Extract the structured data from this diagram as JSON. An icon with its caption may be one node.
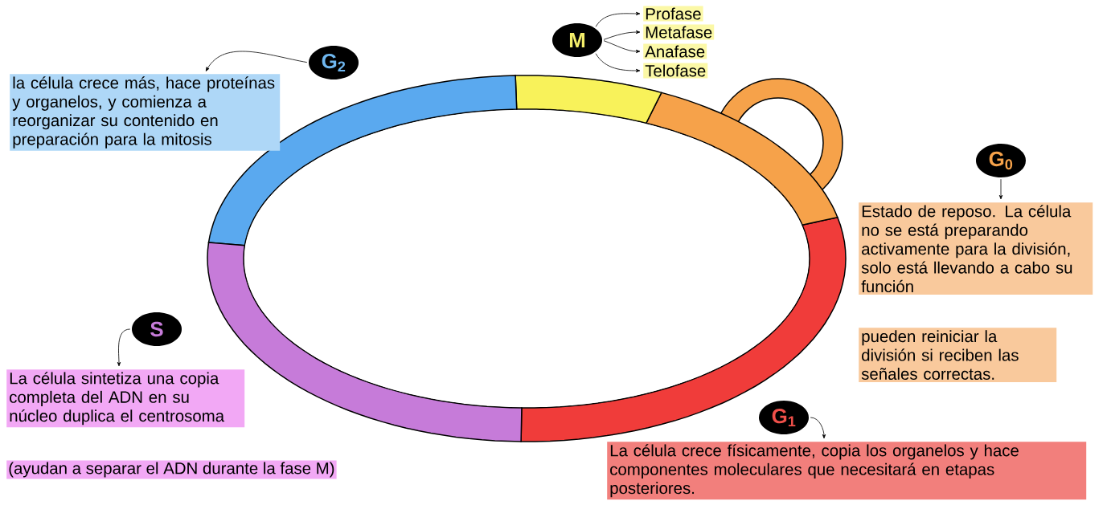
{
  "diagram": {
    "nodes": [
      {
        "text": [
          "G$_{2}$"
        ]
      },
      {
        "text": [
          "la célula crece más, hace proteínas y organelos, y comienza a reorganizar su contenido en preparación para la mitosis"
        ]
      },
      {
        "text": [
          "M"
        ]
      },
      {
        "text": [
          "Profase"
        ]
      },
      {
        "text": [
          "Metafase"
        ]
      },
      {
        "text": [
          "Anafase"
        ]
      },
      {
        "text": [
          "Telofase"
        ]
      },
      {
        "text": [
          "G$_{0}$"
        ]
      },
      {
        "text": [
          "Estado de reposo. La célula no se está preparando activamente para la división, solo está llevando a cabo su función"
        ]
      },
      {
        "text": [
          "pueden reiniciar la división si reciben las señales correctas."
        ]
      },
      {
        "text": [
          "S"
        ]
      },
      {
        "text": [
          "La célula sintetiza una copia completa del ADN en su núcleo duplica el centrosoma"
        ]
      },
      {
        "text": [
          "(ayudan a separar el ADN durante la fase M)"
        ]
      },
      {
        "text": [
          "G$_{1}$"
        ]
      },
      {
        "text": [
          "La célula crece físicamente, copia los organelos y hace componentes moleculares que necesitará en etapas posteriores."
        ]
      }
    ],
    "edges": [
      {
        "from": 0,
        "to": 1,
        "arrow": "to"
      },
      {
        "from": 2,
        "to": 3,
        "arrow": "to"
      },
      {
        "from": 2,
        "to": 4,
        "arrow": "to"
      },
      {
        "from": 2,
        "to": 5,
        "arrow": "to"
      },
      {
        "from": 2,
        "to": 6,
        "arrow": "to"
      },
      {
        "from": 7,
        "to": 8,
        "arrow": "to"
      },
      {
        "from": 10,
        "to": 11,
        "arrow": "to"
      },
      {
        "from": 13,
        "to": 14,
        "arrow": "to"
      }
    ]
  }
}
